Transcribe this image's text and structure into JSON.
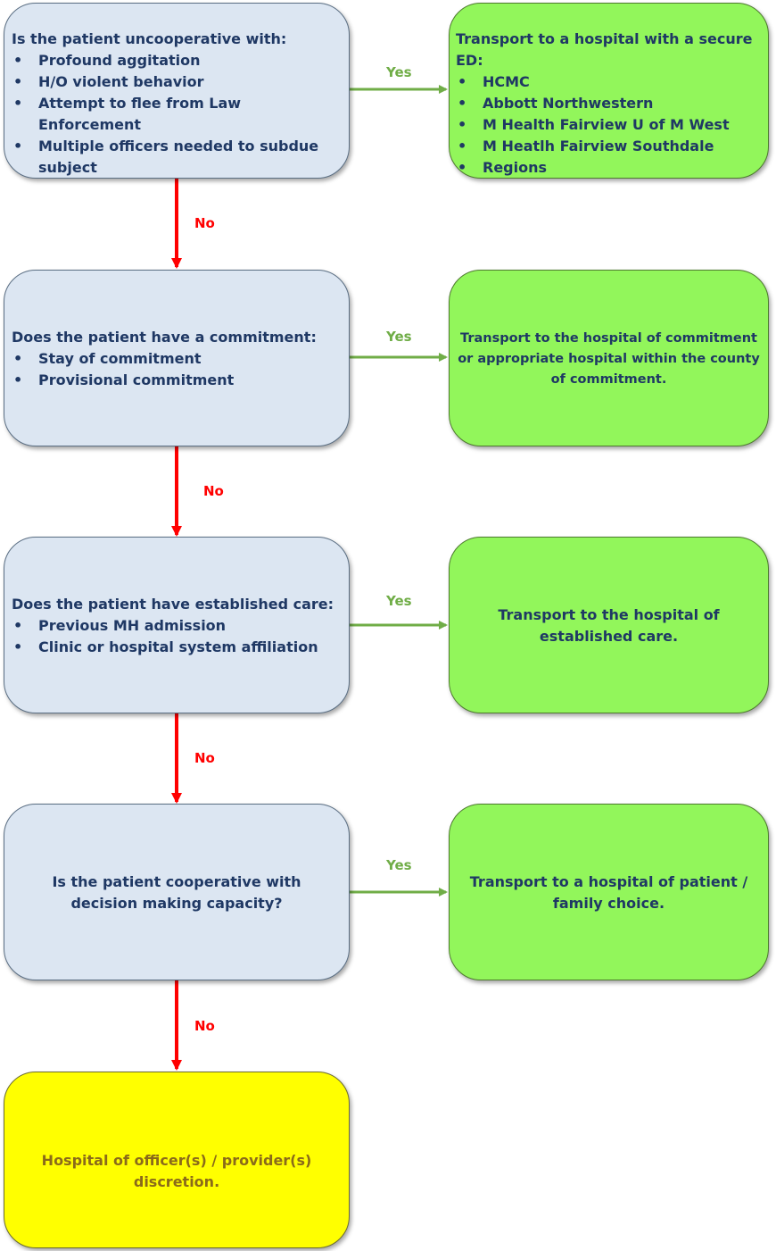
{
  "q1": {
    "title": "Is the patient uncooperative with:",
    "items": [
      "Profound aggitation",
      "H/O violent behavior",
      "Attempt to flee from Law Enforcement",
      "Multiple officers needed to subdue subject"
    ]
  },
  "a1": {
    "title": "Transport to a hospital with a secure ED:",
    "items": [
      "HCMC",
      "Abbott Northwestern",
      "M Health Fairview U of M West",
      "M Heatlh Fairview Southdale",
      "Regions"
    ]
  },
  "q2": {
    "title": "Does the patient have a commitment:",
    "items": [
      "Stay of commitment",
      "Provisional commitment"
    ]
  },
  "a2": {
    "text": "Transport to the hospital of commitment or appropriate hospital within the county of commitment."
  },
  "q3": {
    "title": "Does the patient have established care:",
    "items": [
      "Previous MH admission",
      "Clinic or hospital system affiliation"
    ]
  },
  "a3": {
    "text": "Transport to the hospital of established care."
  },
  "q4": {
    "text": "Is the patient cooperative with decision making capacity?"
  },
  "a4": {
    "text": "Transport to a hospital of patient / family choice."
  },
  "final": {
    "text": "Hospital of officer(s) / provider(s) discretion."
  },
  "labels": {
    "yes": "Yes",
    "no": "No"
  },
  "colors": {
    "question": "#dce6f2",
    "action": "#92f65b",
    "final": "#ffff00",
    "yes_arrow": "#70ad47",
    "no_arrow": "#ff0000"
  }
}
